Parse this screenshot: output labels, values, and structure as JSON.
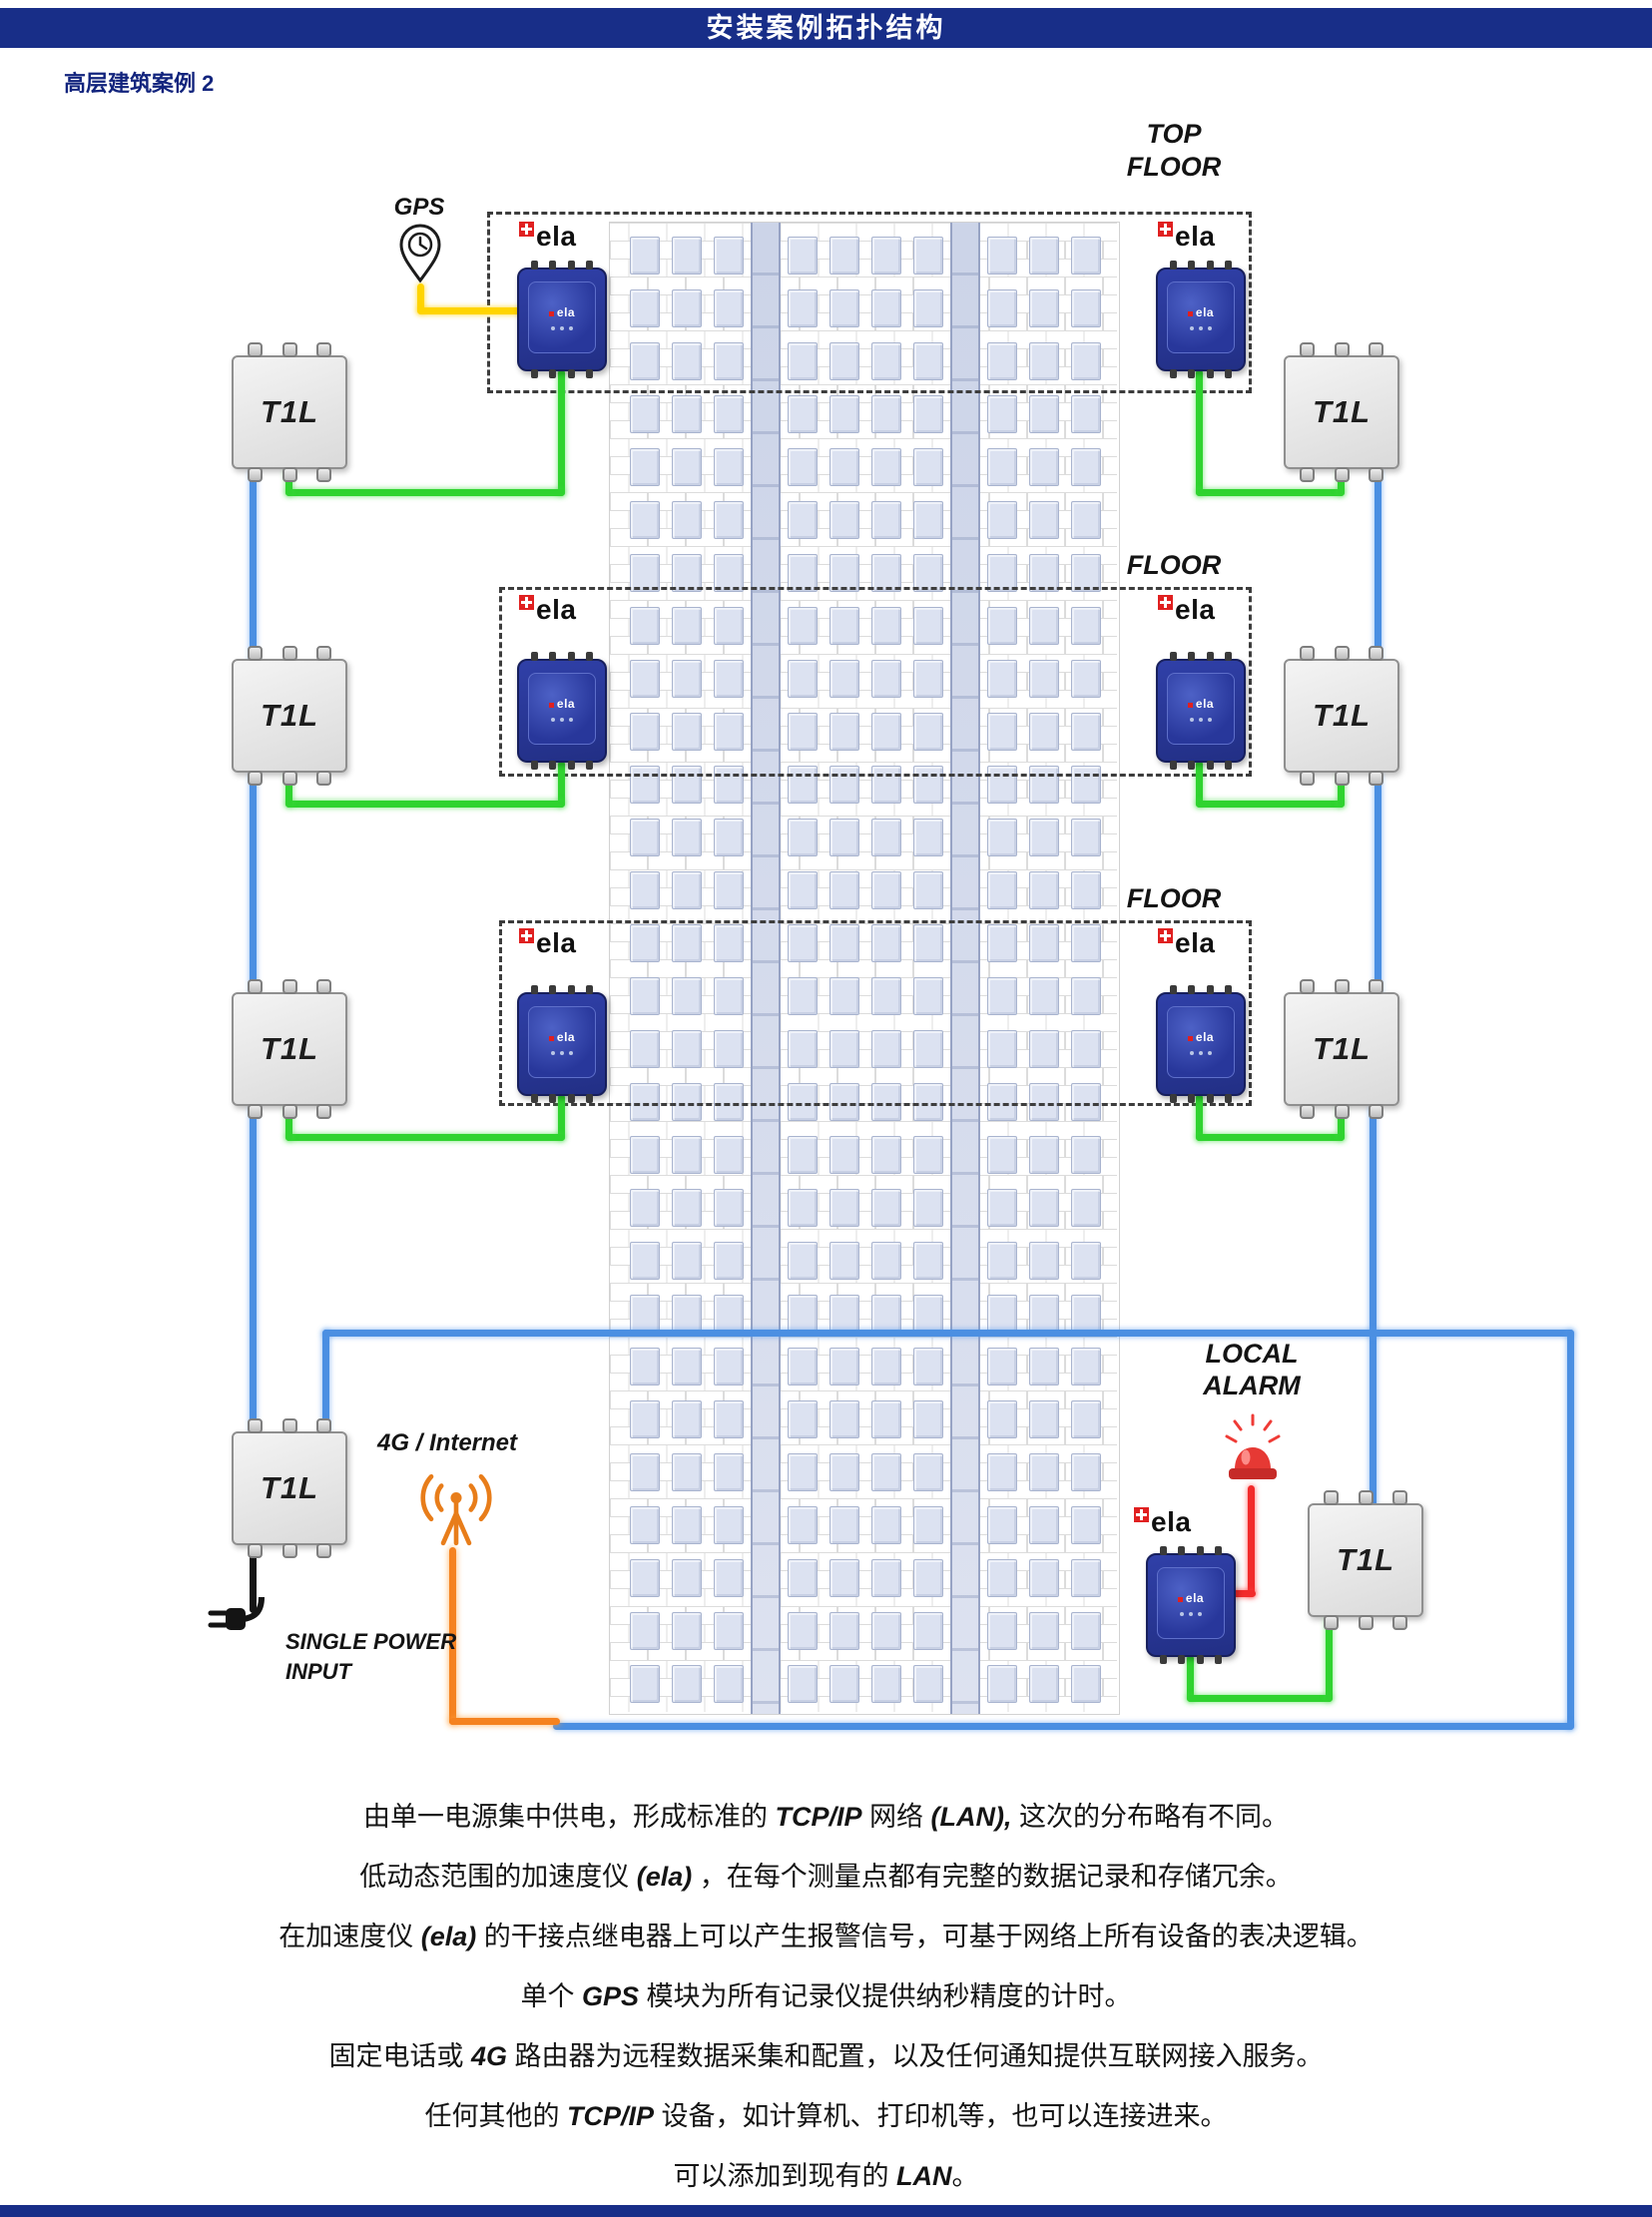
{
  "header": {
    "title": "安装案例拓扑结构",
    "subtitle": "高层建筑案例 2"
  },
  "diagram": {
    "t1l_label": "T1L",
    "ela_brand": "ela",
    "ela_device_text": "ela",
    "gps_label": "GPS",
    "top_floor": [
      "TOP",
      "FLOOR"
    ],
    "floor": "FLOOR",
    "local_alarm": [
      "LOCAL",
      "ALARM"
    ],
    "internet_label": "4G / Internet",
    "power_label": [
      "SINGLE POWER",
      "INPUT"
    ]
  },
  "colors": {
    "banner": "#182e88",
    "cable-blue": "#4b8fe2",
    "cable-green": "#2fd32f",
    "cable-yellow": "#ffd400",
    "cable-orange": "#f5821f",
    "cable-red": "#f22b2b",
    "brand-red": "#e02020",
    "device-blue": "#28379b",
    "alarm-red": "#e53935"
  },
  "footer": {
    "lines": [
      [
        {
          "t": "由单一电源集中供电，形成标准的 "
        },
        {
          "t": "TCP/IP",
          "em": true
        },
        {
          "t": " 网络 "
        },
        {
          "t": "(LAN),",
          "em": true
        },
        {
          "t": " 这次的分布略有不同。"
        }
      ],
      [
        {
          "t": "低动态范围的加速度仪 "
        },
        {
          "t": "(ela)",
          "em": true
        },
        {
          "t": " ，在每个测量点都有完整的数据记录和存储冗余。"
        }
      ],
      [
        {
          "t": "在加速度仪 "
        },
        {
          "t": "(ela)",
          "em": true
        },
        {
          "t": " 的干接点继电器上可以产生报警信号，可基于网络上所有设备的表决逻辑。"
        }
      ],
      [
        {
          "t": "单个 "
        },
        {
          "t": "GPS",
          "em": true
        },
        {
          "t": " 模块为所有记录仪提供纳秒精度的计时。"
        }
      ],
      [
        {
          "t": "固定电话或 "
        },
        {
          "t": "4G",
          "em": true
        },
        {
          "t": " 路由器为远程数据采集和配置，以及任何通知提供互联网接入服务。"
        }
      ],
      [
        {
          "t": "任何其他的 "
        },
        {
          "t": "TCP/IP",
          "em": true
        },
        {
          "t": " 设备，如计算机、打印机等，也可以连接进来。"
        }
      ],
      [
        {
          "t": "可以添加到现有的 "
        },
        {
          "t": "LAN",
          "em": true
        },
        {
          "t": "。"
        }
      ]
    ]
  }
}
